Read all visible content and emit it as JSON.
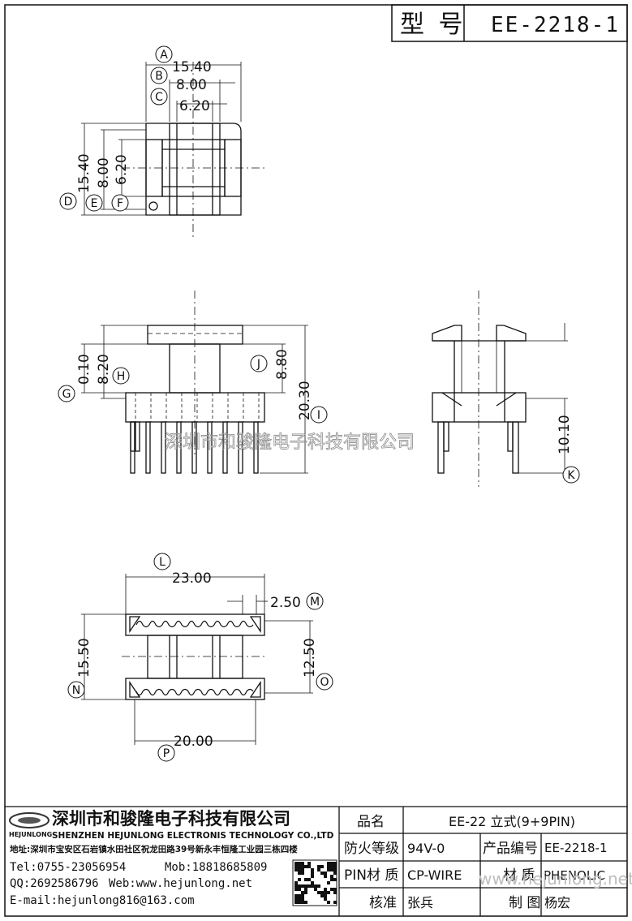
{
  "header": {
    "model_label": "型 号",
    "model_value": "EE-2218-1"
  },
  "top_view": {
    "dims_h": [
      "15.40",
      "8.00",
      "6.20"
    ],
    "dims_v": [
      "15.40",
      "8.00",
      "6.20"
    ],
    "labels_h": [
      "A",
      "B",
      "C"
    ],
    "labels_v": [
      "D",
      "E",
      "F"
    ]
  },
  "front_view": {
    "dim_g": "0.10",
    "dim_h": "8.20",
    "dim_j": "8.80",
    "dim_i": "20.30",
    "labels": [
      "G",
      "H",
      "J",
      "I"
    ]
  },
  "side_view": {
    "dim_k": "10.10",
    "label": "K"
  },
  "bottom_view": {
    "dim_l": "23.00",
    "dim_m": "2.50",
    "dim_n": "15.50",
    "dim_o": "12.50",
    "dim_p": "20.00",
    "labels": [
      "L",
      "M",
      "N",
      "O",
      "P"
    ]
  },
  "watermark": "深圳市和骏隆电子科技有限公司",
  "watermark_web": "www.hejunlong.net",
  "company": {
    "logo_text": "HEJUNLONG",
    "name_cn": "深圳市和骏隆电子科技有限公司",
    "name_en": "SHENZHEN HEJUNLONG ELECTRONIS TECHNOLOGY CO.,LTD",
    "address": "地址:深圳市宝安区石岩镇水田社区祝龙田路39号新永丰恒隆工业园三栋四楼",
    "tel": "Tel:0755-23056954",
    "mob": "Mob:18818685809",
    "qq": "QQ:2692586796",
    "web": "Web:www.hejunlong.net",
    "email": "E-mail:hejunlong816@163.com"
  },
  "specs": {
    "product_name_label": "品名",
    "product_name_value": "EE-22 立式(9+9PIN)",
    "fire_label": "防火等级",
    "fire_value": "94V-0",
    "code_label": "产品编号",
    "code_value": "EE-2218-1",
    "pin_label": "PIN材 质",
    "pin_value": "CP-WIRE",
    "material_label": "材 质",
    "material_value": "PHENOLIC",
    "check_label": "核准",
    "check_value": "张兵",
    "draw_label": "制 图",
    "draw_value": "杨宏"
  }
}
